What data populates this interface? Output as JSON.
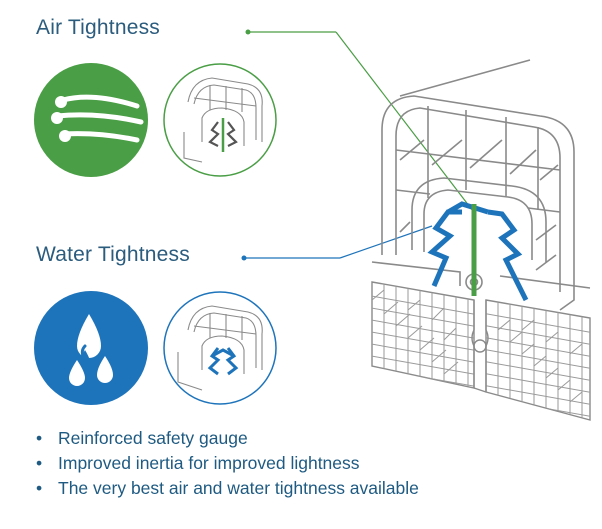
{
  "labels": {
    "air": "Air Tightness",
    "water": "Water Tightness"
  },
  "bullets": [
    "Reinforced safety gauge",
    "Improved inertia for improved lightness",
    "The very best air and water tightness available"
  ],
  "colors": {
    "label_text": "#2b5c7e",
    "air_green": "#4a9e45",
    "water_blue": "#1e74bb",
    "drawing_gray": "#8a8a8a"
  },
  "icons": [
    "air-flow-icon",
    "water-drops-icon"
  ]
}
